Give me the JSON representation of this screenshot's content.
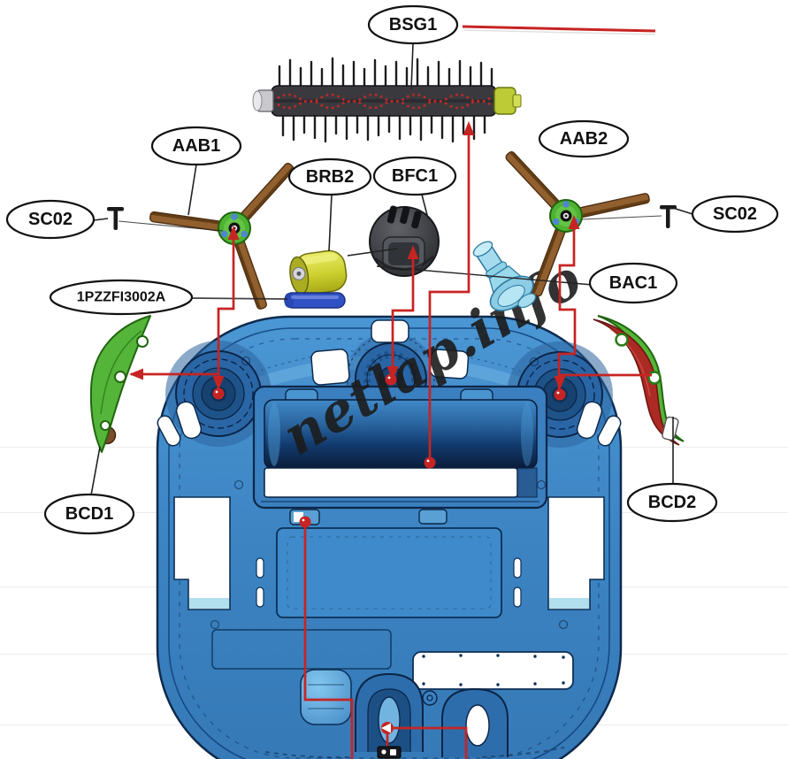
{
  "diagram": {
    "watermark": "netlap.info",
    "labels": {
      "bsg1": "BSG1",
      "aab1": "AAB1",
      "aab2": "AAB2",
      "sc02_left": "SC02",
      "sc02_right": "SC02",
      "brb2": "BRB2",
      "bfc1": "BFC1",
      "bac1": "BAC1",
      "battery_code": "1PZZFI3002A",
      "bcd1": "BCD1",
      "bcd2": "BCD2"
    },
    "colors": {
      "callout_red": "#c62423",
      "leader_black": "#222222",
      "body_blue": "#3f86c6",
      "outline_navy": "#0d2a4d",
      "blade_green": "#55b43a",
      "blade_red": "#ac2a24",
      "roller_yellow": "#d2d532",
      "caster_cyan": "#9ad6ea",
      "battery_blue": "#2f53c6",
      "brush_gray": "#3a3a3e",
      "label_fill": "#ffffff",
      "label_stroke": "#111111"
    }
  }
}
